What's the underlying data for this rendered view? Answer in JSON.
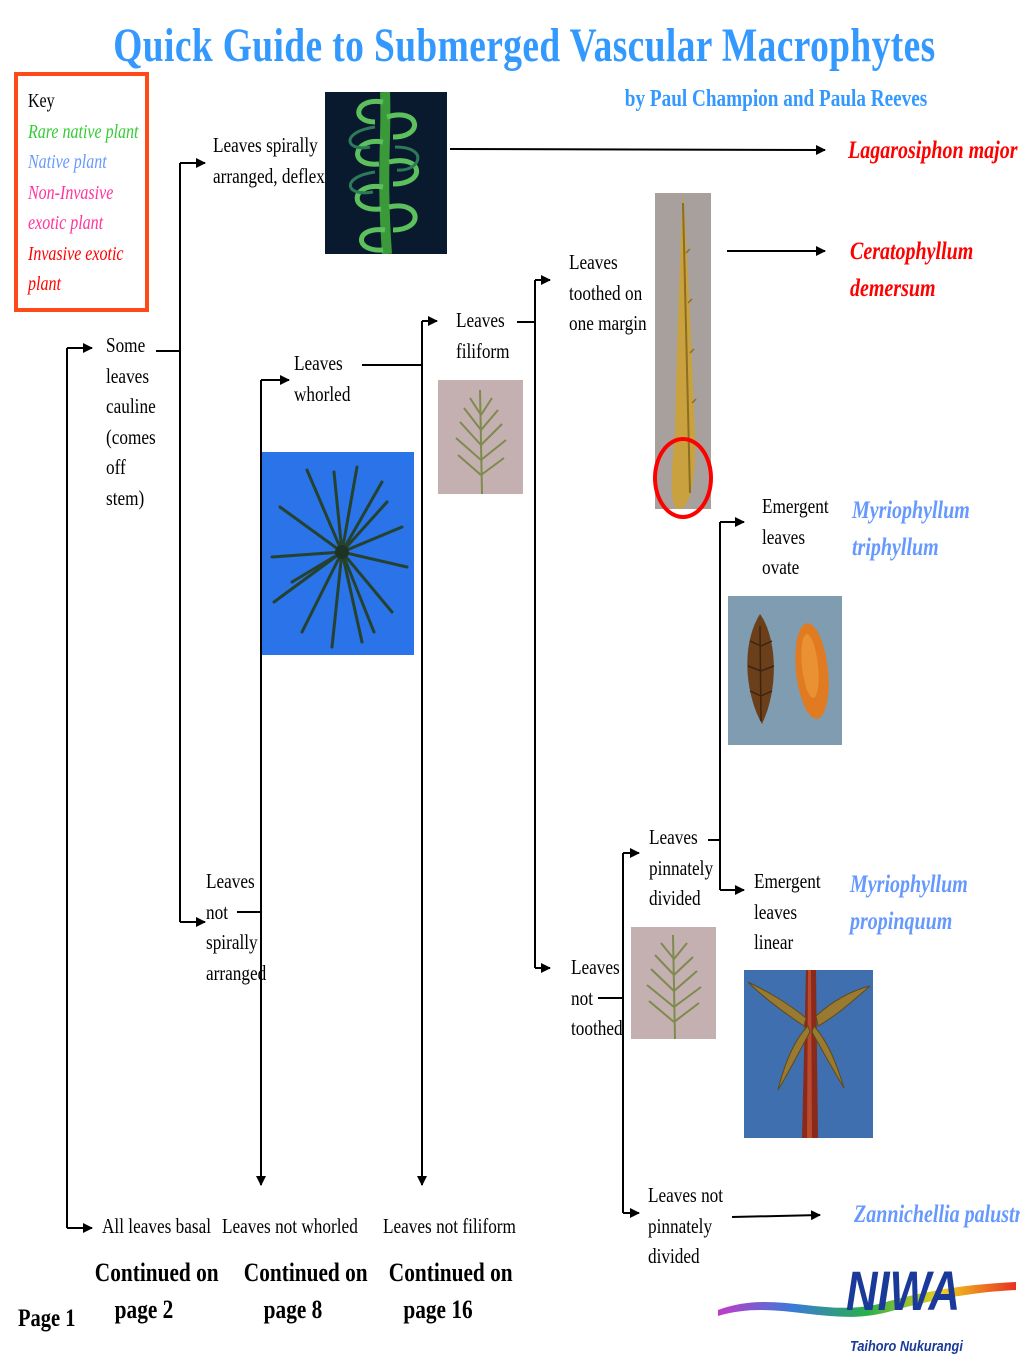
{
  "title": "Quick Guide to Submerged Vascular Macrophytes",
  "byline": "by Paul Champion and Paula Reeves",
  "key": {
    "heading": "Key",
    "rare_native": [
      "Rare native plant"
    ],
    "native": [
      "Native plant"
    ],
    "non_invasive": [
      "Non-Invasive",
      "exotic plant"
    ],
    "invasive": [
      "Invasive exotic",
      "plant"
    ]
  },
  "colors": {
    "rare_native": "#33cc33",
    "native": "#6699ff",
    "non_invasive": "#ff3399",
    "invasive": "#ff0000",
    "title": "#3399ff",
    "key_border": "#ff4a1a"
  },
  "nodes": {
    "some_cauline": [
      "Some",
      "leaves",
      "cauline",
      "(comes",
      "off",
      "stem)"
    ],
    "all_basal": "All leaves basal",
    "spirally_deflexed": [
      "Leaves spirally",
      "arranged, deflexed"
    ],
    "not_spirally": [
      "Leaves",
      "not",
      "spirally",
      "arranged"
    ],
    "whorled": [
      "Leaves",
      "whorled"
    ],
    "not_whorled": "Leaves not whorled",
    "filiform": [
      "Leaves",
      "filiform"
    ],
    "not_filiform": "Leaves not filiform",
    "toothed": [
      "Leaves",
      "toothed on",
      "one margin"
    ],
    "not_toothed": [
      "Leaves",
      "not",
      "toothed"
    ],
    "pinnately_divided": [
      "Leaves",
      "pinnately",
      "divided"
    ],
    "not_pinnately": [
      "Leaves  not",
      "pinnately",
      "divided"
    ],
    "emergent_ovate": [
      "Emergent",
      "leaves",
      "ovate"
    ],
    "emergent_linear": [
      "Emergent",
      "leaves",
      "linear"
    ]
  },
  "species": {
    "lagarosiphon": [
      "Lagarosiphon major"
    ],
    "ceratophyllum": [
      "Ceratophyllum",
      "demersum"
    ],
    "triphyllum": [
      "Myriophyllum",
      "triphyllum"
    ],
    "propinquum": [
      "Myriophyllum",
      "propinquum"
    ],
    "zannichellia": [
      "Zannichellia palustris"
    ]
  },
  "continued": [
    [
      "Continued on",
      "page 2"
    ],
    [
      "Continued on",
      "page 8"
    ],
    [
      "Continued on",
      "page 16"
    ]
  ],
  "page_label": "Page 1",
  "logo": {
    "name": "NIWA",
    "tagline": "Taihoro Nukurangi"
  }
}
